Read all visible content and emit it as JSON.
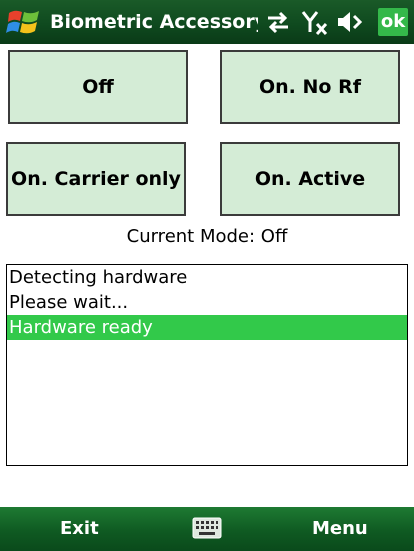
{
  "titlebar": {
    "title": "Biometric Accessory Ap",
    "ok_label": "ok",
    "icons": [
      "windows-start-icon",
      "sync-arrows-icon",
      "signal-off-icon",
      "speaker-muted-icon"
    ]
  },
  "buttons": {
    "off": "Off",
    "on_no_rf": "On. No Rf",
    "on_carrier_only": "On. Carrier only",
    "on_active": "On. Active"
  },
  "status": {
    "current_mode": "Current Mode: Off"
  },
  "log": {
    "items": [
      {
        "text": "Detecting hardware",
        "selected": false
      },
      {
        "text": "Please wait...",
        "selected": false
      },
      {
        "text": "Hardware ready",
        "selected": true
      }
    ]
  },
  "softkeys": {
    "left": "Exit",
    "right": "Menu",
    "center_icon": "keyboard-icon"
  },
  "colors": {
    "button_bg": "#d4ecd6",
    "selection": "#32c94a",
    "bar_green": "#0f4a1f",
    "ok_green": "#34b84a"
  }
}
